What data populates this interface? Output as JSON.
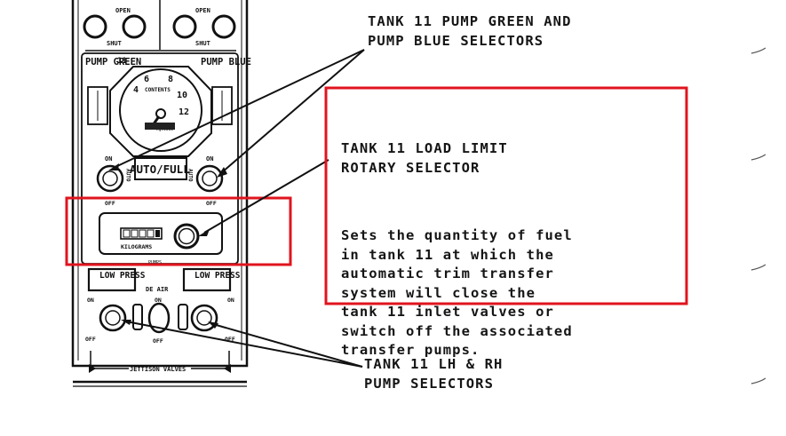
{
  "panel": {
    "open_left": "OPEN",
    "open_right": "OPEN",
    "shut_left": "SHUT",
    "shut_right": "SHUT",
    "pump_green": "PUMP GREEN",
    "pump_blue": "PUMP BLUE",
    "pump_11": "11",
    "gauge_label": "CONTENTS",
    "gauge_ticks": [
      "4",
      "6",
      "8",
      "10",
      "12"
    ],
    "gauge_unit": "kgx1000",
    "auto_full": "AUTO/FULL",
    "auto_left": "AUTO",
    "auto_right": "AUTO",
    "on_left": "ON",
    "on_right": "ON",
    "off_left": "OFF",
    "off_right": "OFF",
    "kilograms": "KILOGRAMS",
    "pumps": "PUMPS",
    "low_press_left": "LOW PRESS",
    "low_press_right": "LOW PRESS",
    "de_air": "DE AIR",
    "lower_on_left": "ON",
    "lower_on_center": "ON",
    "lower_on_right": "ON",
    "lower_off_left": "OFF",
    "lower_off_center": "OFF",
    "lower_off_right": "OFF",
    "jettison_valves": "JETTISON VALVES"
  },
  "callouts": {
    "pump_selectors": "TANK 11 PUMP GREEN AND\nPUMP BLUE SELECTORS",
    "load_limit_title": "TANK 11 LOAD LIMIT\nROTARY SELECTOR",
    "load_limit_desc": "Sets the quantity of fuel\nin tank 11 at which the\nautomatic trim transfer\nsystem will close the\ntank 11 inlet valves or\nswitch off the associated\ntransfer pumps.",
    "lh_rh_pumps": "TANK 11 LH & RH\nPUMP SELECTORS"
  },
  "colors": {
    "highlight": "#e0141e",
    "ink": "#111111"
  }
}
